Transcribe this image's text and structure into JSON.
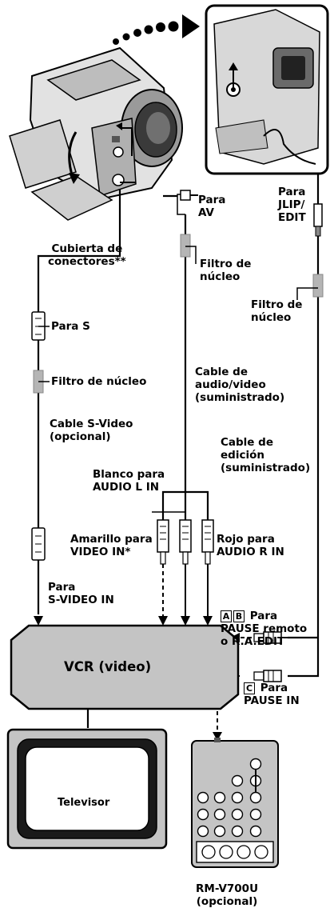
{
  "labels": {
    "para_av": "Para\nAV",
    "para_jlip": "Para\nJLIP/\nEDIT",
    "cubierta": "Cubierta de\nconectores**",
    "filtro_av": "Filtro de\nnúcleo",
    "filtro_edit": "Filtro de\nnúcleo",
    "para_s": "Para S",
    "filtro_s": "Filtro de núcleo",
    "cable_av": "Cable de\naudio/video\n(suministrado)",
    "cable_svideo": "Cable S-Video\n(opcional)",
    "cable_edicion": "Cable de\nedición\n(suministrado)",
    "blanco": "Blanco para\nAUDIO L IN",
    "amarillo": "Amarillo para\nVIDEO IN*",
    "rojo": "Rojo para\nAUDIO R IN",
    "para_svideo": "Para\nS-VIDEO IN",
    "pause_remoto": " Para\nPAUSE remoto\no R.A.EDIT",
    "box_a": "A",
    "box_b": "B",
    "box_c": "C",
    "pause_in": " Para\nPAUSE IN",
    "vcr": "VCR (video)",
    "televisor": "Televisor",
    "remote_model": "RM-V700U\n(opcional)"
  },
  "colors": {
    "gray_device": "#c4c4c4",
    "dark": "#1a1a1a",
    "connector_gray": "#b5b5b5"
  }
}
